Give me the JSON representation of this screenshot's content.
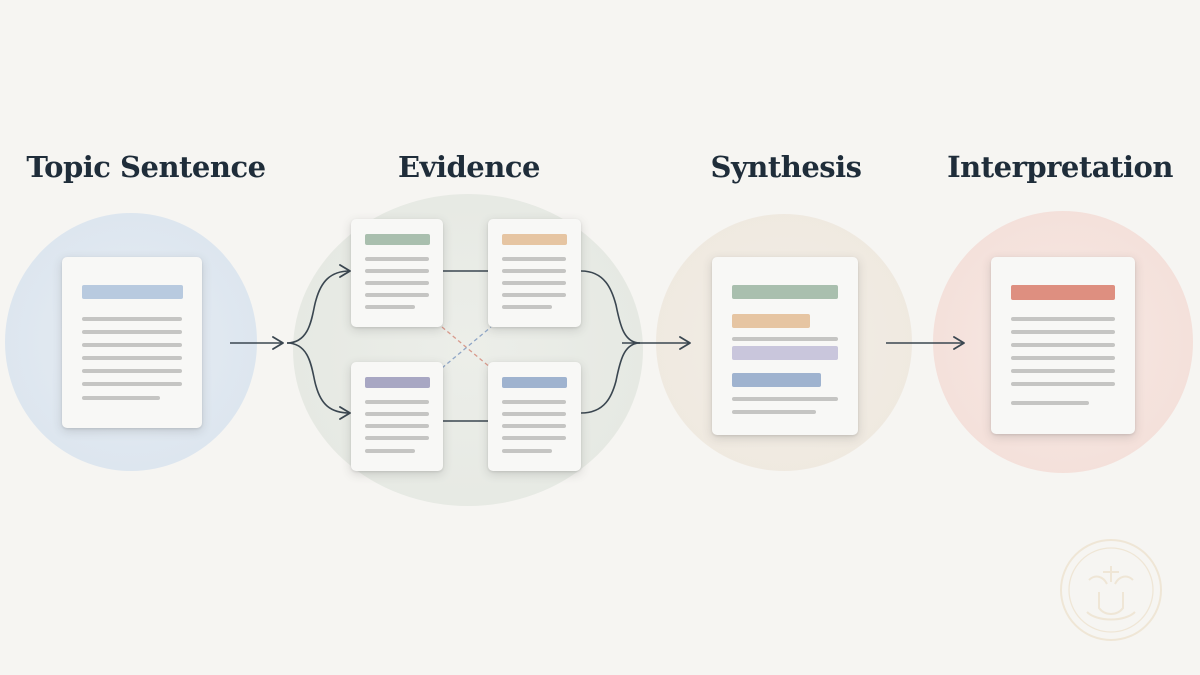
{
  "stages": [
    {
      "title": "Topic Sentence"
    },
    {
      "title": "Evidence"
    },
    {
      "title": "Synthesis"
    },
    {
      "title": "Interpretation"
    }
  ],
  "colors": {
    "text": "#1f2d3a",
    "topic_halo": "#dde6f0",
    "evidence_halo": "#e7eae5",
    "synthesis_halo": "#f0ebe2",
    "interpretation_halo": "#f6e1dc",
    "accent_green": "#a9bfae",
    "accent_orange": "#e6c5a2",
    "accent_purple": "#a8a7c3",
    "accent_blue": "#9fb3cf",
    "accent_red": "#de8f80",
    "lavender": "#c9c6dc",
    "arrow": "#3a4650"
  }
}
